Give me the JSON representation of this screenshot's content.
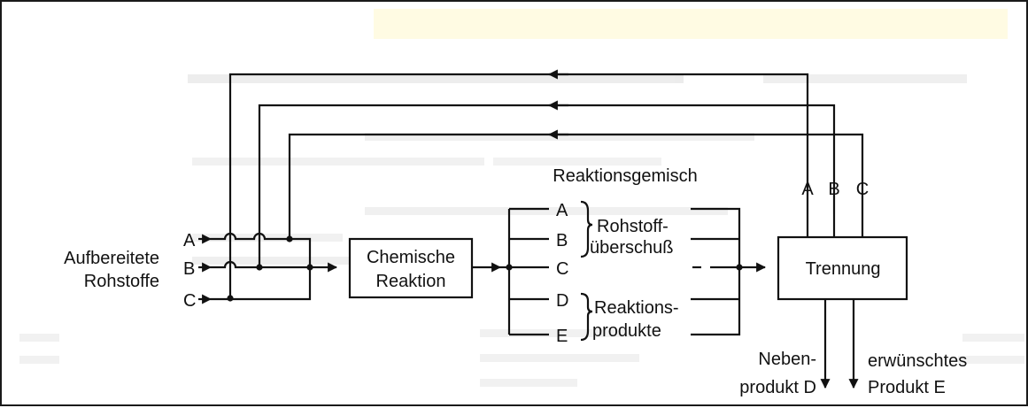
{
  "labels": {
    "input_a": "A",
    "input_b": "B",
    "input_c": "C",
    "feed_title": "Aufbereitete",
    "feed_title2": "Rohstoffe",
    "reaction_box": "Chemische",
    "reaction_box2": "Reaktion",
    "mixture_title": "Reaktionsgemisch",
    "mix_a": "A",
    "mix_b": "B",
    "mix_c": "C",
    "mix_d": "D",
    "mix_e": "E",
    "excess": "Rohstoff-",
    "excess2": "überschuß",
    "products": "Reaktions-",
    "products2": "produkte",
    "separation": "Trennung",
    "recycle_a": "A",
    "recycle_b": "B",
    "recycle_c": "C",
    "byproduct": "Neben-",
    "byproduct2": "produkt D",
    "desired": "erwünschtes",
    "desired2": "Produkt E"
  },
  "colors": {
    "line": "#111111",
    "highlight": "#fffbe3",
    "ghost_text": "#c9c9c9"
  }
}
